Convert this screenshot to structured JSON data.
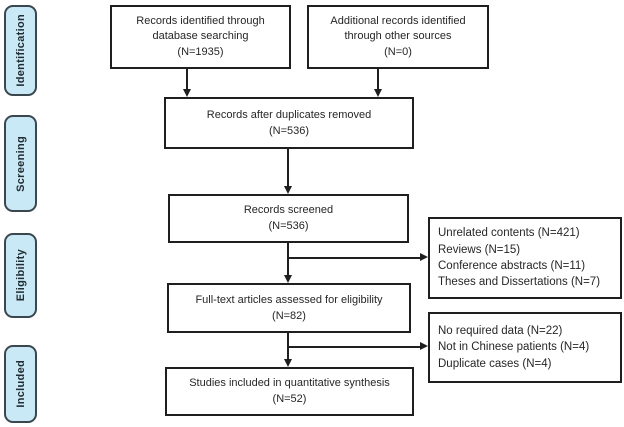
{
  "colors": {
    "stage-fill": "#c9e9f6",
    "stage-border": "#3a474f",
    "box-border": "#1f1f1f",
    "arrow": "#1f1f1f",
    "text": "#262626",
    "background": "#ffffff"
  },
  "stages": [
    {
      "label": "Identification"
    },
    {
      "label": "Screening"
    },
    {
      "label": "Eligibility"
    },
    {
      "label": "Included"
    }
  ],
  "flow_boxes": {
    "database_search": {
      "text": "Records identified through database searching",
      "count": "(N=1935)"
    },
    "other_sources": {
      "text": "Additional records identified through other sources",
      "count": "(N=0)"
    },
    "duplicates_removed": {
      "text": "Records after duplicates removed",
      "count": "(N=536)"
    },
    "screened": {
      "text": "Records screened",
      "count": "(N=536)"
    },
    "full_text": {
      "text": "Full-text articles assessed for eligibility",
      "count": "(N=82)"
    },
    "quantitative_synthesis": {
      "text": "Studies included in quantitative synthesis",
      "count": "(N=52)"
    }
  },
  "exclusion_boxes": {
    "screening_exclusions": {
      "items": [
        "Unrelated contents (N=421)",
        "Reviews (N=15)",
        "Conference abstracts (N=11)",
        "Theses and Dissertations (N=7)"
      ]
    },
    "fulltext_exclusions": {
      "items": [
        "No required data (N=22)",
        "Not in Chinese patients (N=4)",
        "Duplicate cases (N=4)"
      ]
    }
  }
}
